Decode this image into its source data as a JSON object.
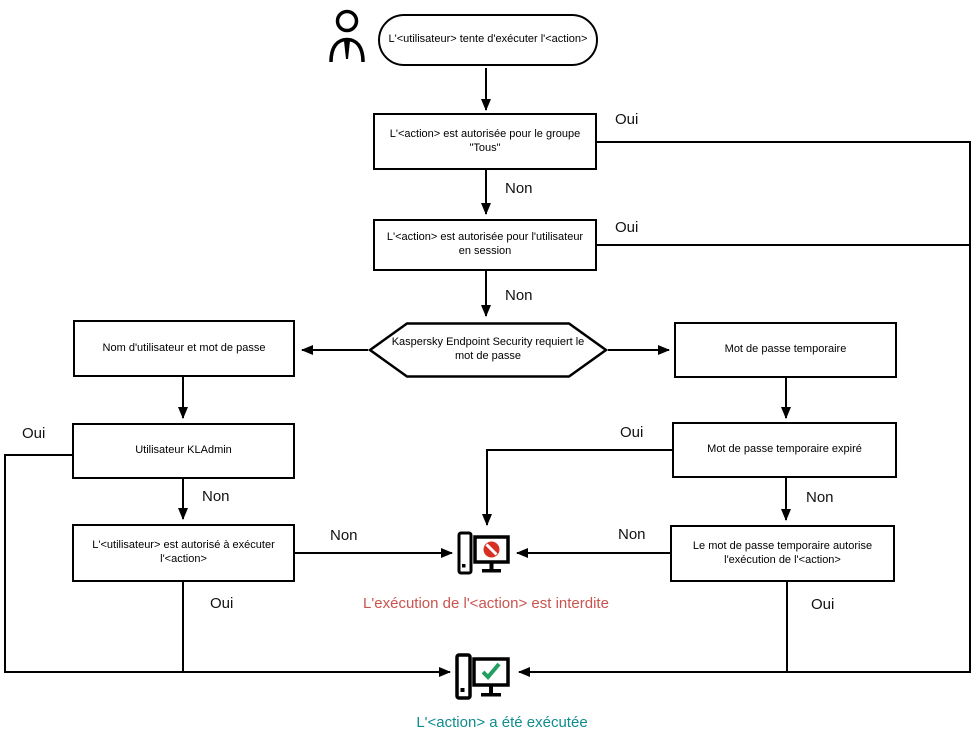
{
  "diagram": {
    "labels": {
      "yes": "Oui",
      "no": "Non"
    },
    "nodes": {
      "start": "L'<utilisateur>  tente d'exécuter l'<action>",
      "group_check": "L'<action> est autorisée pour le groupe \"Tous\"",
      "session_check": "L'<action> est autorisée pour l'utilisateur en session",
      "password_prompt": "Kaspersky Endpoint Security requiert le mot de passe",
      "credentials": "Nom d'utilisateur et mot de passe",
      "temp_password": "Mot de passe temporaire",
      "kladmin": "Utilisateur KLAdmin",
      "temp_password_expired": "Mot de passe temporaire expiré",
      "user_allowed": "L'<utilisateur> est autorisé à exécuter l'<action>",
      "temp_password_allows": "Le mot de passe temporaire autorise l'exécution de l'<action>"
    },
    "outcomes": {
      "denied": {
        "text": "L'exécution de l'<action> est interdite",
        "color": "#c9544f"
      },
      "executed": {
        "text": "L'<action> a été exécutée",
        "color": "#0f8c8d"
      }
    },
    "colors": {
      "line": "#000000",
      "denied_sign": "#d93025",
      "check": "#23a05f"
    }
  }
}
